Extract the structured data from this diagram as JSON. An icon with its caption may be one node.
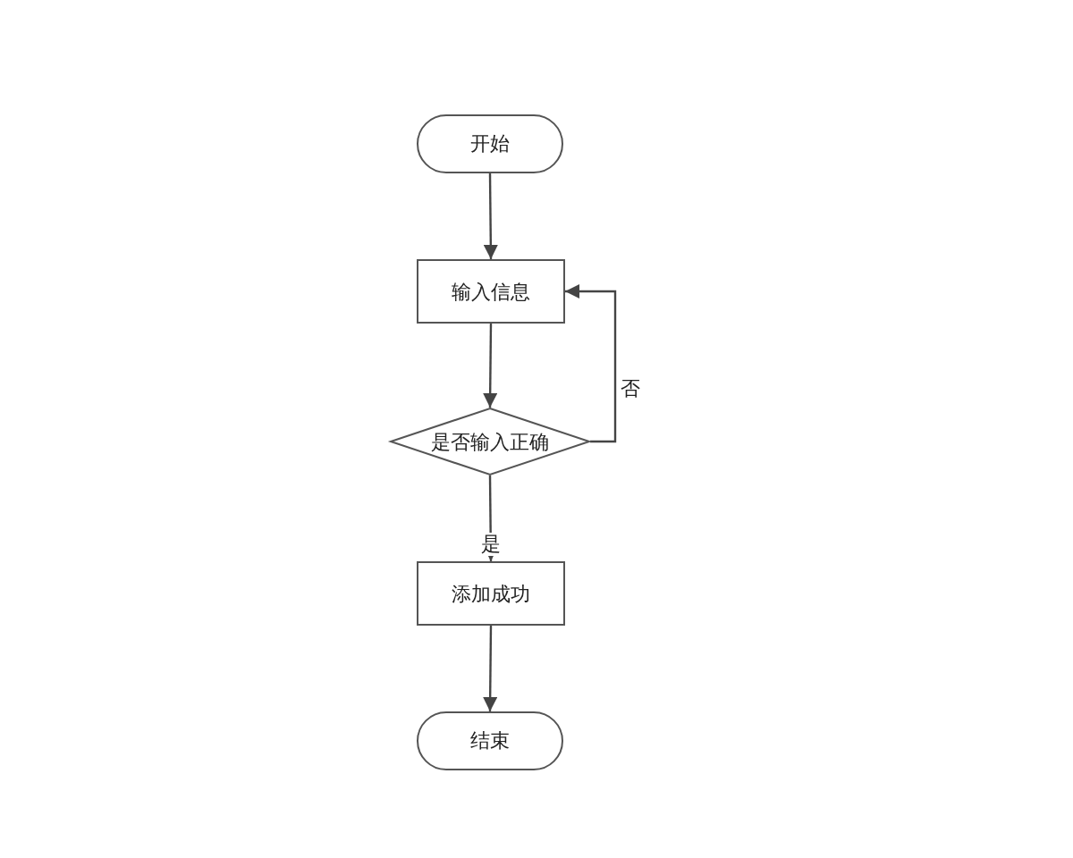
{
  "diagram": {
    "nodes": [
      {
        "text": [
          "开始"
        ]
      },
      {
        "text": [
          "输入信息"
        ]
      },
      {
        "text": [
          "是否输入正确"
        ]
      },
      {
        "text": [
          "添加成功"
        ]
      },
      {
        "text": [
          "结束"
        ]
      }
    ],
    "edges": [
      {
        "from": 0,
        "to": 1,
        "arrow": "to"
      },
      {
        "from": 1,
        "to": 2,
        "arrow": "to"
      },
      {
        "from": 2,
        "to": 1,
        "arrow": "to",
        "label": "否"
      },
      {
        "from": 2,
        "to": 3,
        "arrow": "to",
        "label": "是"
      },
      {
        "from": 3,
        "to": 4,
        "arrow": "to"
      }
    ]
  }
}
